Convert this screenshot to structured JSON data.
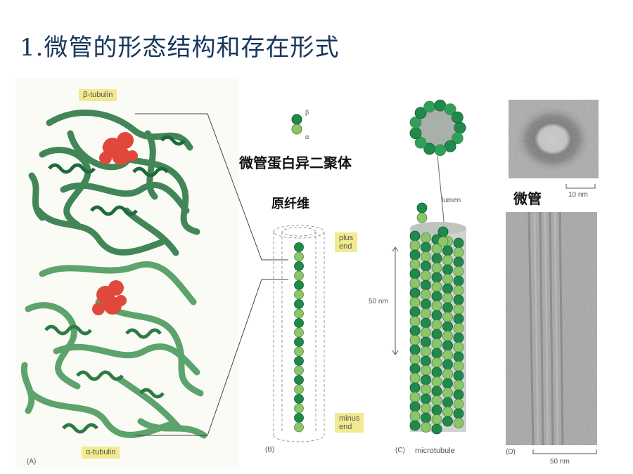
{
  "slide": {
    "title": "1.微管的形态结构和存在形式"
  },
  "panel_a": {
    "beta_label": "β-tubulin",
    "alpha_label": "α-tubulin",
    "panel_letter": "(A)"
  },
  "dimer": {
    "beta_symbol": "β",
    "alpha_symbol": "α",
    "label": "微管蛋白异二聚体"
  },
  "panel_b": {
    "protofilament_label": "原纤维",
    "plus_end_label": "plus\nend",
    "minus_end_label": "minus\nend",
    "panel_letter": "(B)"
  },
  "panel_c": {
    "lumen_label": "lumen",
    "scale_label": "50 nm",
    "caption": "microtubule",
    "panel_letter": "(C)"
  },
  "panel_d": {
    "microtubule_label": "微管",
    "scale_top": "10 nm",
    "scale_bottom": "50 nm",
    "panel_letter": "(D)"
  },
  "colors": {
    "title": "#17365d",
    "dark_green": "#1f8a4c",
    "light_green": "#8cc66a",
    "ribbon_green": "#3f8f57",
    "ligand_red": "#e0483b",
    "label_bg": "#f2ea8f"
  }
}
